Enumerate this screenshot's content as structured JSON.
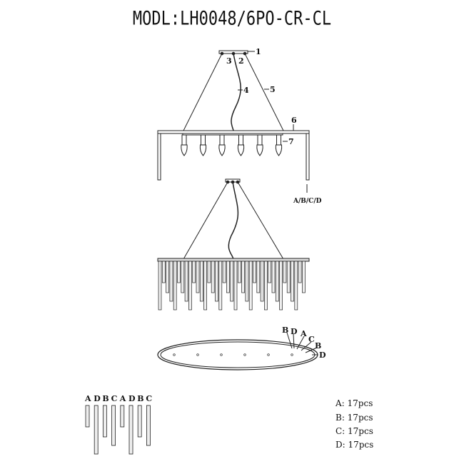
{
  "title": "MODL:LH0048/6PO-CR-CL",
  "part_labels": [
    "1",
    "2",
    "3",
    "4",
    "5",
    "6",
    "7"
  ],
  "crystal_label": "A/B/C/D",
  "ring_labels": [
    "B",
    "D",
    "A",
    "C",
    "B",
    "D"
  ],
  "crystal_row_labels": [
    "A",
    "D",
    "B",
    "C",
    "A",
    "D",
    "B",
    "C"
  ],
  "quantities": [
    {
      "label": "A: 17pcs"
    },
    {
      "label": "B: 17pcs"
    },
    {
      "label": "C: 17pcs"
    },
    {
      "label": "D: 17pcs"
    }
  ]
}
